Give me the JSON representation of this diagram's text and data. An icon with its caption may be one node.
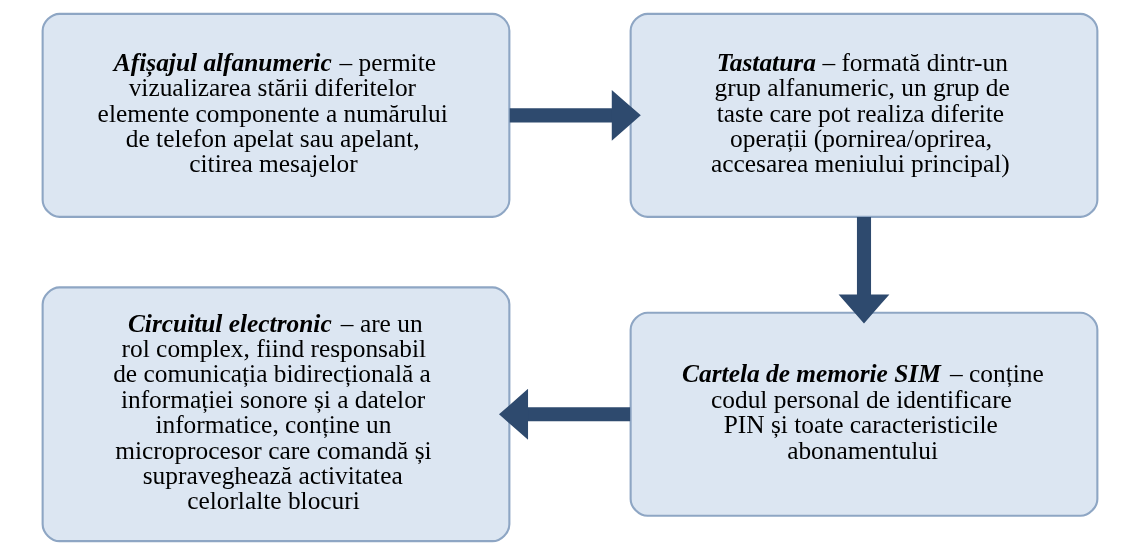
{
  "diagram": {
    "nodes": [
      {
        "text": [
          "Afișajul alfanumeric",
          "– permite vizualizarea stării diferitelor elemente componente a numărului de telefon apelat sau apelant, citirea mesajelor"
        ]
      },
      {
        "text": [
          "Tastatura",
          "– formată dintr-un grup alfanumeric, un grup de taste care pot realiza diferite operații (pornirea/oprirea, accesarea meniului principal)"
        ]
      },
      {
        "text": [
          "Cartela de memorie SIM",
          "– conține codul personal de identificare PIN și toate caracteristicile abonamentului"
        ]
      },
      {
        "text": [
          "Circuitul electronic",
          "– are un rol complex, fiind responsabil de comunicația bidirecțională a informației sonore și a datelor informatice, conține un microprocesor care comandă și supraveghează activitatea celorlalte blocuri"
        ]
      }
    ],
    "edges": [
      {
        "from": 0,
        "to": 1,
        "arrow": "to"
      },
      {
        "from": 1,
        "to": 2,
        "arrow": "to"
      },
      {
        "from": 2,
        "to": 3,
        "arrow": "to"
      }
    ]
  }
}
